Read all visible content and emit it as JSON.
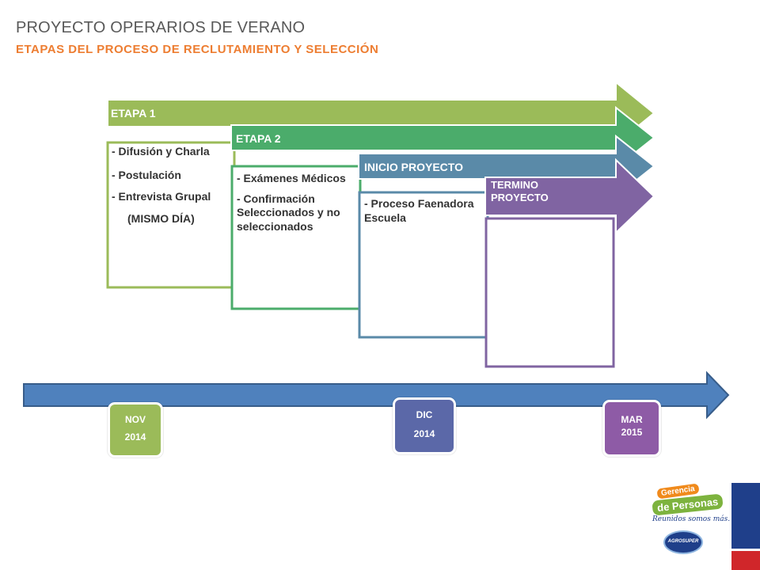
{
  "header": {
    "title": "PROYECTO OPERARIOS DE VERANO",
    "subtitle": "ETAPAS DEL PROCESO DE RECLUTAMIENTO  Y SELECCIÓN"
  },
  "stages": [
    {
      "title": "ETAPA 1",
      "color": "#9BBB59",
      "items": [
        "- Difusión y Charla",
        "- Postulación",
        "- Entrevista Grupal",
        "(MISMO DÍA)"
      ]
    },
    {
      "title": "ETAPA 2",
      "color": "#4BAC6B",
      "items": [
        "- Exámenes Médicos",
        "- Confirmación Seleccionados y no seleccionados"
      ]
    },
    {
      "title": "INICIO PROYECTO",
      "color": "#5A8AA8",
      "items": [
        "- Proceso Faenadora Escuela"
      ]
    },
    {
      "title": "TERMINO PROYECTO",
      "color": "#8064A2",
      "items": []
    }
  ],
  "timeline": {
    "color": "#4F81BD",
    "milestones": [
      {
        "month": "NOV",
        "year": "2014",
        "color": "#9BBB59"
      },
      {
        "month": "DIC",
        "year": "2014",
        "color": "#5B68A8"
      },
      {
        "month": "MAR",
        "year": "2015",
        "color": "#8E5BA6"
      }
    ]
  },
  "logo": {
    "line1": "Gerencia",
    "line2": "de Personas",
    "tagline": "Reunidos somos más.",
    "brand": "AGROSUPER"
  },
  "flag_colors": [
    "#1F3F8A",
    "#ffffff",
    "#D0262A"
  ]
}
